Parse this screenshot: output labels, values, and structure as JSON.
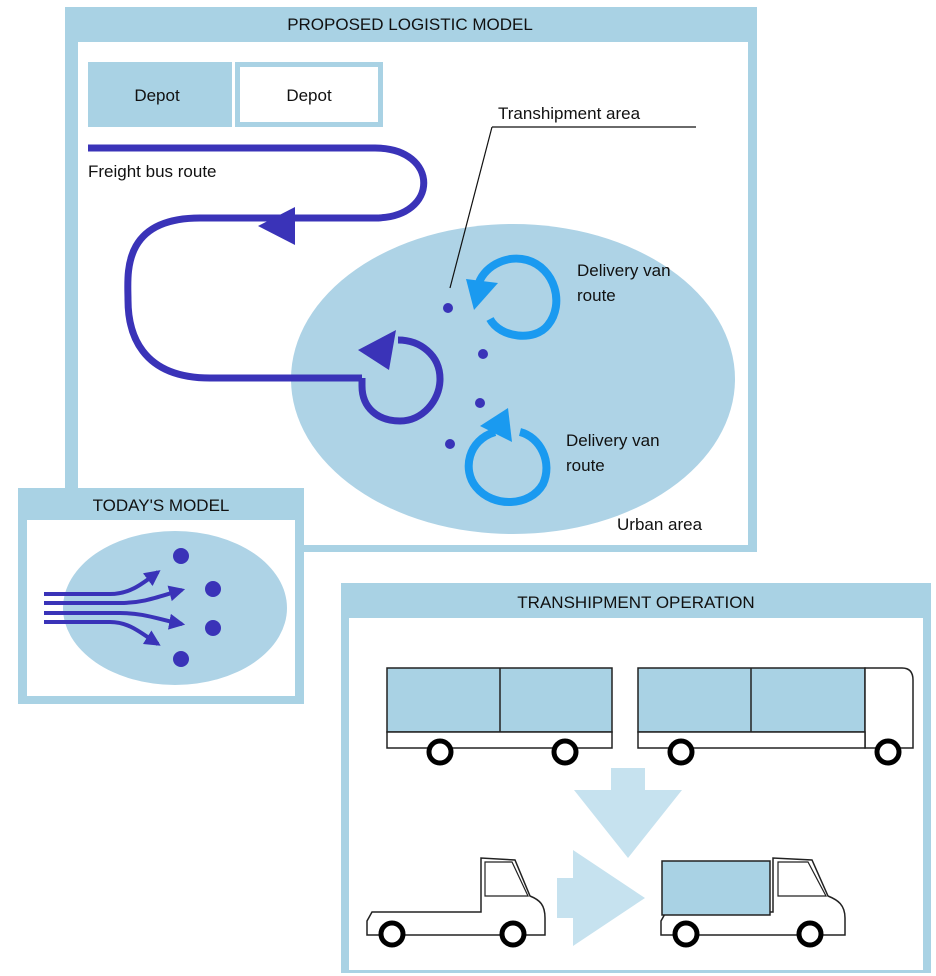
{
  "panels": {
    "proposed": {
      "title": "PROPOSED LOGISTIC MODEL",
      "depot_left": "Depot",
      "depot_right": "Depot",
      "freight_bus_route": "Freight bus route",
      "transhipment_area": "Transhipment area",
      "delivery_van_route_1": [
        "Delivery van",
        "route"
      ],
      "delivery_van_route_2": [
        "Delivery van",
        "route"
      ],
      "urban_area": "Urban area"
    },
    "today": {
      "title": "TODAY'S MODEL"
    },
    "transhipment": {
      "title": "TRANSHIPMENT OPERATION"
    }
  },
  "colors": {
    "panel_blue": "#a9d2e4",
    "urban_fill": "#aed3e6",
    "bus_route": "#3a33b8",
    "van_route": "#1a9af0",
    "arrow_fill": "#c6e2ef"
  },
  "icons": [
    "truck-trailer",
    "truck",
    "arrow-down",
    "arrow-right"
  ]
}
